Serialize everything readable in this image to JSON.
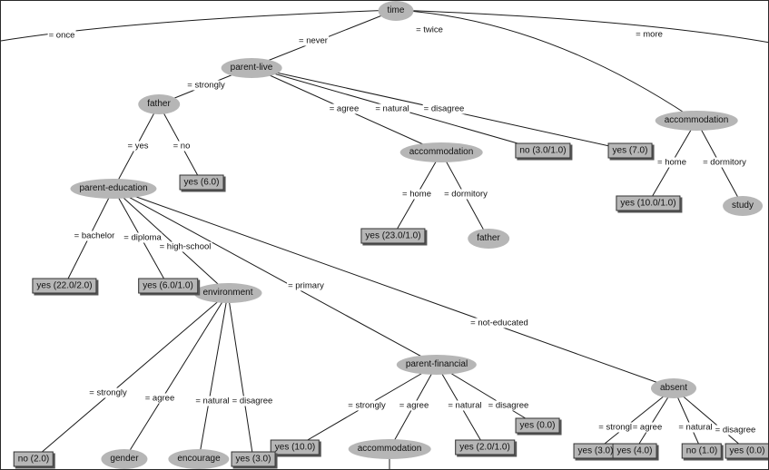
{
  "nodes": {
    "time": "time",
    "parent_live": "parent-live",
    "father_1": "father",
    "leaf_no_3_1": "no (3.0/1.0)",
    "leaf_yes_7": "yes (7.0)",
    "accommodation_1": "accommodation",
    "accommodation_2": "accommodation",
    "leaf_yes_6": "yes (6.0)",
    "parent_education": "parent-education",
    "leaf_yes_23_1": "yes (23.0/1.0)",
    "father_2": "father",
    "leaf_yes_10_1": "yes (10.0/1.0)",
    "study": "study",
    "leaf_yes_22_2": "yes (22.0/2.0)",
    "leaf_yes_6_1": "yes (6.0/1.0)",
    "environment": "environment",
    "parent_financial": "parent-financial",
    "absent": "absent",
    "leaf_no_2": "no (2.0)",
    "gender": "gender",
    "encourage": "encourage",
    "leaf_yes_3_a": "yes (3.0)",
    "leaf_yes_10": "yes (10.0)",
    "accommodation_3": "accommodation",
    "leaf_yes_2_1": "yes (2.0/1.0)",
    "leaf_yes_0_a": "yes (0.0)",
    "leaf_yes_3_b": "yes (3.0)",
    "leaf_yes_4": "yes (4.0)",
    "leaf_no_1": "no (1.0)",
    "leaf_yes_0_b": "yes (0.0)"
  },
  "edges": {
    "time_once": "= once",
    "time_never": "= never",
    "time_twice": "= twice",
    "time_more": "= more",
    "pl_strongly": "= strongly",
    "pl_agree": "= agree",
    "pl_natural": "= natural",
    "pl_disagree": "= disagree",
    "f1_yes": "= yes",
    "f1_no": "= no",
    "acc2_home": "= home",
    "acc2_dormitory": "= dormitory",
    "acc1_home": "= home",
    "acc1_dormitory": "= dormitory",
    "pe_bachelor": "= bachelor",
    "pe_diploma": "= diploma",
    "pe_highschool": "= high-school",
    "pe_primary": "= primary",
    "pe_noteducated": "= not-educated",
    "env_strongly": "= strongly",
    "env_agree": "= agree",
    "env_natural": "= natural",
    "env_disagree": "= disagree",
    "pf_strongly": "= strongly",
    "pf_agree": "= agree",
    "pf_natural": "= natural",
    "pf_disagree": "= disagree",
    "ab_strongly": "= strongly",
    "ab_agree": "= agree",
    "ab_natural": "= natural",
    "ab_disagree": "= disagree"
  }
}
